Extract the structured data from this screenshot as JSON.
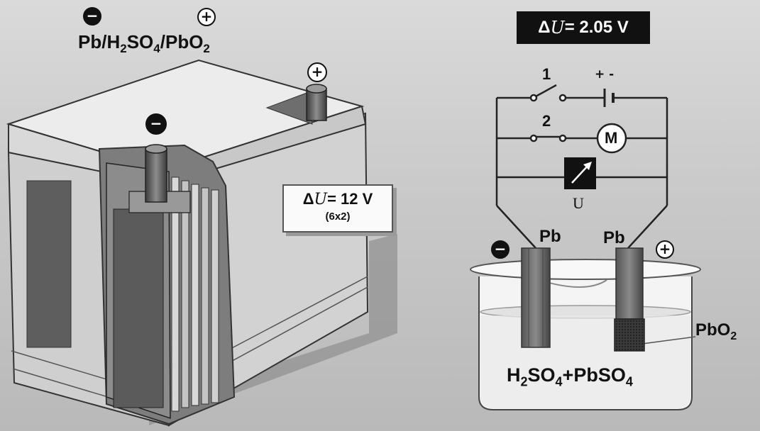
{
  "battery": {
    "formula_parts": [
      "Pb/H",
      "2",
      "SO",
      "4",
      "/PbO",
      "2"
    ],
    "voltage": {
      "delta": "Δ",
      "u": "U",
      "rest": "= 12 V",
      "cells": "(6x2)"
    }
  },
  "circuit": {
    "voltage_badge": {
      "delta": "Δ",
      "u": "U",
      "rest": "= 2.05 V"
    },
    "switch_1": "1",
    "switch_2": "2",
    "source_polarity": "+ -",
    "motor": "M",
    "meter": "U",
    "electrode_left": "Pb",
    "electrode_right": "Pb",
    "pbo2_parts": [
      "PbO",
      "2"
    ],
    "electrolyte_parts": [
      "H",
      "2",
      "SO",
      "4",
      "+PbSO",
      "4"
    ]
  },
  "symbols": {
    "negative": "−",
    "positive": "+"
  }
}
